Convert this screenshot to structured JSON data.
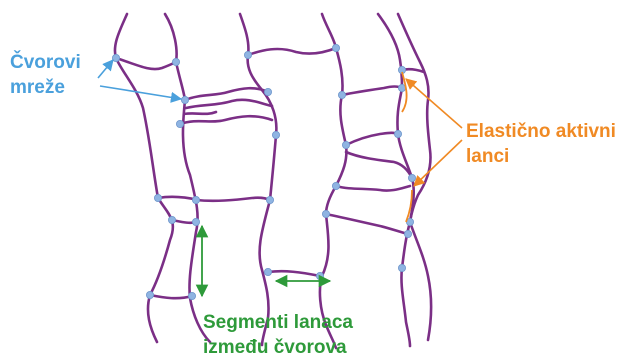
{
  "labels": {
    "nodes": [
      "Čvorovi",
      "mreže"
    ],
    "active_chains": [
      "Elastično aktivni",
      "lanci"
    ],
    "segments": [
      "Segmenti lanaca",
      "između čvorova"
    ]
  },
  "colors": {
    "chain": "#7b2f86",
    "node": "#8fb4e2",
    "nodes_label": "#4aa0dc",
    "active_label": "#f08a24",
    "segments_label": "#2e9a3a"
  }
}
